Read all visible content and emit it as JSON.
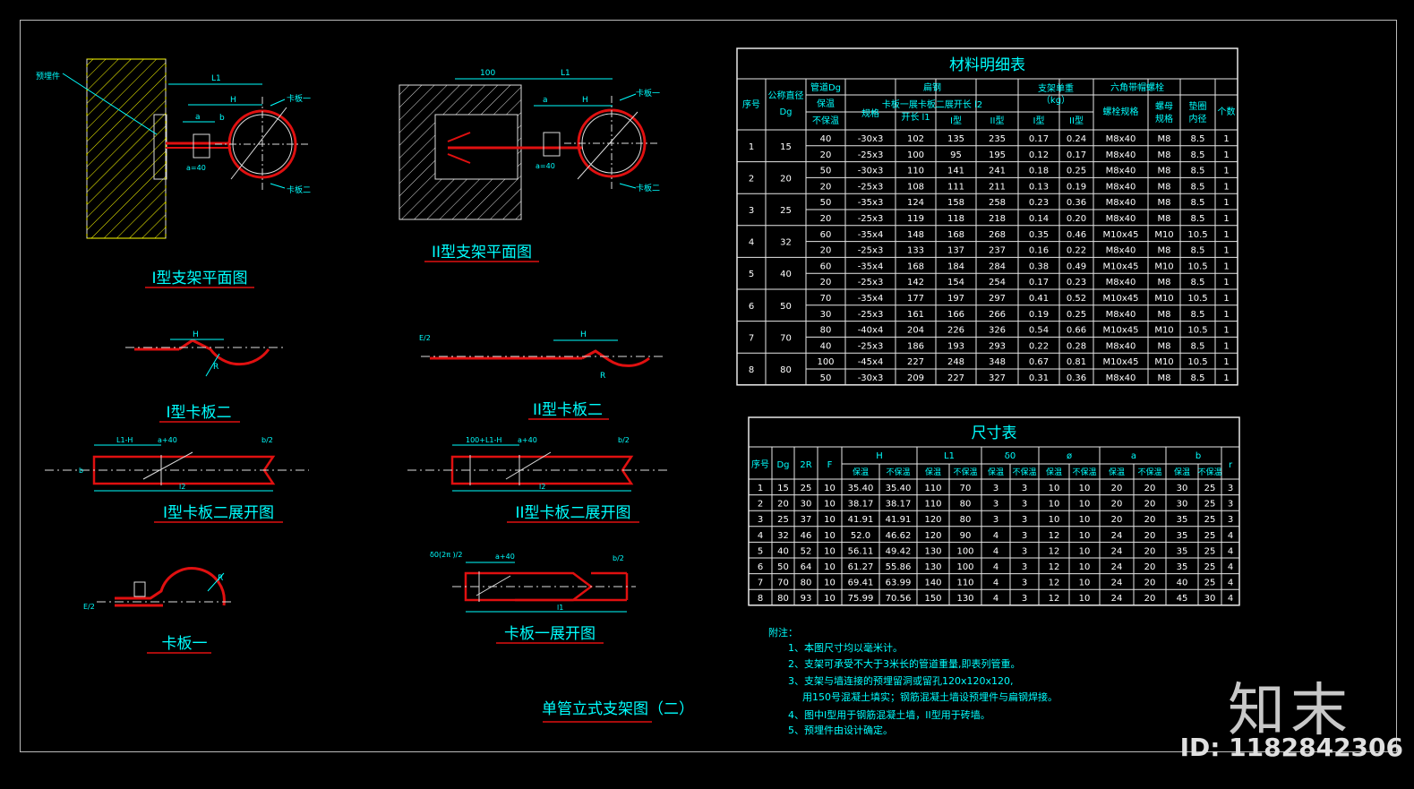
{
  "drawing_title": "单管立式支架图（二）",
  "views": {
    "v1": {
      "title": "I型支架平面图",
      "lbl_embed": "预埋件",
      "lbl_L1": "L1",
      "lbl_H": "H",
      "lbl_a": "a",
      "lbl_b": "b",
      "lbl_k1": "卡板一",
      "lbl_k2": "卡板二",
      "lbl_a40": "a=40"
    },
    "v2": {
      "title": "II型支架平面图",
      "lbl_100": "100",
      "lbl_L1": "L1",
      "lbl_H": "H",
      "lbl_a": "a",
      "lbl_k1": "卡板一",
      "lbl_k2": "卡板二",
      "lbl_a40": "a=40"
    },
    "v3": {
      "title": "I型卡板二",
      "lbl_H": "H",
      "lbl_R": "R"
    },
    "v4": {
      "title": "II型卡板二",
      "lbl_H": "H",
      "lbl_E2": "E/2",
      "lbl_R": "R"
    },
    "v5": {
      "title": "I型卡板二展开图",
      "lbl_L1H": "L1-H",
      "lbl_a40": "a+40",
      "lbl_b2": "b/2",
      "lbl_l2": "l2",
      "lbl_b": "b"
    },
    "v6": {
      "title": "II型卡板二展开图",
      "lbl_top": "100+L1-H",
      "lbl_a40": "a+40",
      "lbl_b2": "b/2",
      "lbl_l2": "l2"
    },
    "v7": {
      "title": "卡板一",
      "lbl_E2": "E/2",
      "lbl_R": "R"
    },
    "v8": {
      "title": "卡板一展开图",
      "lbl_top": "δ0(2π )/2",
      "lbl_a40": "a+40",
      "lbl_b2": "b/2",
      "lbl_l1": "l1"
    }
  },
  "material_table": {
    "title": "材料明细表",
    "headers": {
      "seq": "序号",
      "dg_top": "公称直径",
      "dg_bot": "Dg",
      "pipe": "管道Dg",
      "insul": "保温",
      "noinsul": "不保温",
      "flat": "扁钢",
      "flat_sub": "卡板一展卡板二展开长 l2",
      "spec": "规格",
      "l1": "开长 l1",
      "t1": "I型",
      "t2": "II型",
      "wt": "支架单重",
      "wt_unit": "（kg）",
      "wt1": "I型",
      "wt2": "II型",
      "bolt": "六角带帽螺栓",
      "bolt_spec": "螺栓规格",
      "nut": "螺母规格",
      "washer": "垫圈内径",
      "qty": "个数"
    },
    "groups": [
      {
        "seq": "1",
        "dg": "15",
        "rows": [
          [
            "40",
            "-30x3",
            "102",
            "135",
            "235",
            "0.17",
            "0.24",
            "M8x40",
            "M8",
            "8.5",
            "1"
          ],
          [
            "20",
            "-25x3",
            "100",
            "95",
            "195",
            "0.12",
            "0.17",
            "M8x40",
            "M8",
            "8.5",
            "1"
          ]
        ]
      },
      {
        "seq": "2",
        "dg": "20",
        "rows": [
          [
            "50",
            "-30x3",
            "110",
            "141",
            "241",
            "0.18",
            "0.25",
            "M8x40",
            "M8",
            "8.5",
            "1"
          ],
          [
            "20",
            "-25x3",
            "108",
            "111",
            "211",
            "0.13",
            "0.19",
            "M8x40",
            "M8",
            "8.5",
            "1"
          ]
        ]
      },
      {
        "seq": "3",
        "dg": "25",
        "rows": [
          [
            "50",
            "-35x3",
            "124",
            "158",
            "258",
            "0.23",
            "0.36",
            "M8x40",
            "M8",
            "8.5",
            "1"
          ],
          [
            "20",
            "-25x3",
            "119",
            "118",
            "218",
            "0.14",
            "0.20",
            "M8x40",
            "M8",
            "8.5",
            "1"
          ]
        ]
      },
      {
        "seq": "4",
        "dg": "32",
        "rows": [
          [
            "60",
            "-35x4",
            "148",
            "168",
            "268",
            "0.35",
            "0.46",
            "M10x45",
            "M10",
            "10.5",
            "1"
          ],
          [
            "20",
            "-25x3",
            "133",
            "137",
            "237",
            "0.16",
            "0.22",
            "M8x40",
            "M8",
            "8.5",
            "1"
          ]
        ]
      },
      {
        "seq": "5",
        "dg": "40",
        "rows": [
          [
            "60",
            "-35x4",
            "168",
            "184",
            "284",
            "0.38",
            "0.49",
            "M10x45",
            "M10",
            "10.5",
            "1"
          ],
          [
            "20",
            "-25x3",
            "142",
            "154",
            "254",
            "0.17",
            "0.23",
            "M8x40",
            "M8",
            "8.5",
            "1"
          ]
        ]
      },
      {
        "seq": "6",
        "dg": "50",
        "rows": [
          [
            "70",
            "-35x4",
            "177",
            "197",
            "297",
            "0.41",
            "0.52",
            "M10x45",
            "M10",
            "10.5",
            "1"
          ],
          [
            "30",
            "-25x3",
            "161",
            "166",
            "266",
            "0.19",
            "0.25",
            "M8x40",
            "M8",
            "8.5",
            "1"
          ]
        ]
      },
      {
        "seq": "7",
        "dg": "70",
        "rows": [
          [
            "80",
            "-40x4",
            "204",
            "226",
            "326",
            "0.54",
            "0.66",
            "M10x45",
            "M10",
            "10.5",
            "1"
          ],
          [
            "40",
            "-25x3",
            "186",
            "193",
            "293",
            "0.22",
            "0.28",
            "M8x40",
            "M8",
            "8.5",
            "1"
          ]
        ]
      },
      {
        "seq": "8",
        "dg": "80",
        "rows": [
          [
            "100",
            "-45x4",
            "227",
            "248",
            "348",
            "0.67",
            "0.81",
            "M10x45",
            "M10",
            "10.5",
            "1"
          ],
          [
            "50",
            "-30x3",
            "209",
            "227",
            "327",
            "0.31",
            "0.36",
            "M8x40",
            "M8",
            "8.5",
            "1"
          ]
        ]
      }
    ]
  },
  "size_table": {
    "title": "尺寸表",
    "headers": {
      "seq": "序号",
      "dg": "Dg",
      "r2": "2R",
      "f": "F",
      "h": "H",
      "l1": "L1",
      "d0": "δ0",
      "phi": "ø",
      "a": "a",
      "b": "b",
      "r": "r",
      "insul": "保温",
      "noinsul": "不保温"
    },
    "rows": [
      [
        "1",
        "15",
        "25",
        "10",
        "35.40",
        "35.40",
        "110",
        "70",
        "3",
        "3",
        "10",
        "10",
        "20",
        "20",
        "30",
        "25",
        "3"
      ],
      [
        "2",
        "20",
        "30",
        "10",
        "38.17",
        "38.17",
        "110",
        "80",
        "3",
        "3",
        "10",
        "10",
        "20",
        "20",
        "30",
        "25",
        "3"
      ],
      [
        "3",
        "25",
        "37",
        "10",
        "41.91",
        "41.91",
        "120",
        "80",
        "3",
        "3",
        "10",
        "10",
        "20",
        "20",
        "35",
        "25",
        "3"
      ],
      [
        "4",
        "32",
        "46",
        "10",
        "52.0",
        "46.62",
        "120",
        "90",
        "4",
        "3",
        "12",
        "10",
        "24",
        "20",
        "35",
        "25",
        "4"
      ],
      [
        "5",
        "40",
        "52",
        "10",
        "56.11",
        "49.42",
        "130",
        "100",
        "4",
        "3",
        "12",
        "10",
        "24",
        "20",
        "35",
        "25",
        "4"
      ],
      [
        "6",
        "50",
        "64",
        "10",
        "61.27",
        "55.86",
        "130",
        "100",
        "4",
        "3",
        "12",
        "10",
        "24",
        "20",
        "35",
        "25",
        "4"
      ],
      [
        "7",
        "70",
        "80",
        "10",
        "69.41",
        "63.99",
        "140",
        "110",
        "4",
        "3",
        "12",
        "10",
        "24",
        "20",
        "40",
        "25",
        "4"
      ],
      [
        "8",
        "80",
        "93",
        "10",
        "75.99",
        "70.56",
        "150",
        "130",
        "4",
        "3",
        "12",
        "10",
        "24",
        "20",
        "45",
        "30",
        "4"
      ]
    ]
  },
  "notes": {
    "heading": "附注：",
    "lines": [
      "1、本图尺寸均以毫米计。",
      "2、支架可承受不大于3米长的管道重量,即表列管重。",
      "3、支架与墙连接的预埋留洞或留孔120x120x120,",
      "用150号混凝土填实；钢筋混凝土墙设预埋件与扁钢焊接。",
      "4、图中I型用于钢筋混凝土墙，II型用于砖墙。",
      "5、预埋件由设计确定。"
    ]
  },
  "watermark": {
    "brand": "知末",
    "id": "ID: 1182842306"
  },
  "colors": {
    "cyan": "#00ffff",
    "red": "#e01010",
    "yellow": "#ffff00",
    "white": "#e8e8e8",
    "green": "#00ff66"
  }
}
